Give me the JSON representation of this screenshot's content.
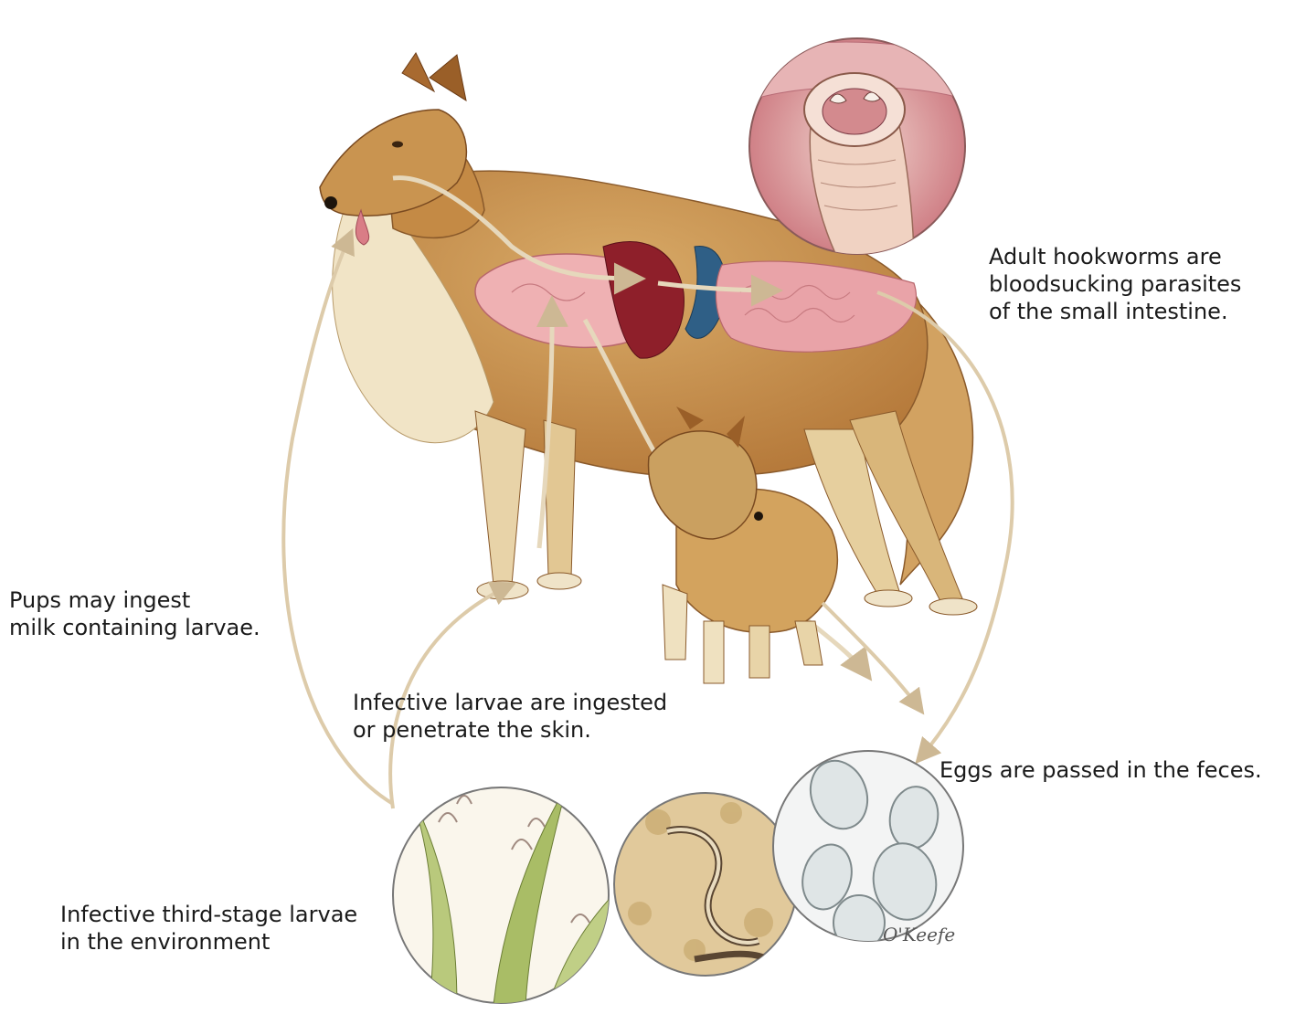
{
  "labels": {
    "adult_line1": "Adult hookworms are",
    "adult_line2": "bloodsucking parasites",
    "adult_line3": "of the small intestine.",
    "pups_line1": "Pups may ingest",
    "pups_line2": "milk containing larvae.",
    "infective_line1": "Infective larvae are ingested",
    "infective_line2": "or penetrate the skin.",
    "eggs": "Eggs are passed in the feces.",
    "environment_line1": "Infective third-stage larvae",
    "environment_line2": "in the environment"
  },
  "signature": "O'Keefe",
  "colors": {
    "arrow": "#d8c6a6",
    "fur": "#c9964f",
    "intestine": "#e9a3a8",
    "liver": "#8e1f2a",
    "spleen": "#2f5f86",
    "grass": "#9bb45a"
  }
}
